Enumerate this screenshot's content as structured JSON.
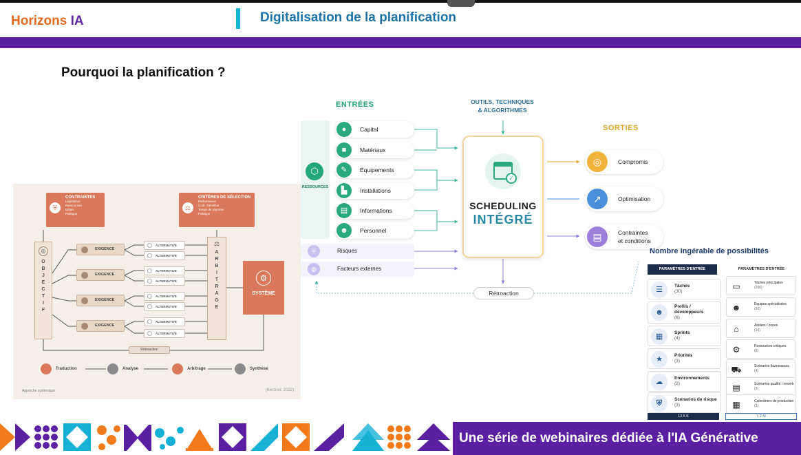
{
  "header": {
    "brand_left": "Horizons",
    "brand_right": "IA",
    "title": "Digitalisation de la planification"
  },
  "slide": {
    "question": "Pourquoi la planification  ?"
  },
  "left_diagram": {
    "contraintes": {
      "title": "CONTRAINTES",
      "items": [
        "Législation",
        "Ressources",
        "Délais",
        "Politique"
      ]
    },
    "criteres": {
      "title": "CRITÈRES DE SÉLECTION",
      "items": [
        "Performance",
        "Coût / bénéfice",
        "Temps de réponse",
        "Politique"
      ]
    },
    "objectif_letters": [
      "O",
      "B",
      "J",
      "E",
      "C",
      "T",
      "I",
      "F"
    ],
    "exigence_label": "EXIGENCE",
    "alternative_label": "ALTERNATIVE",
    "arbitrage_letters": [
      "A",
      "R",
      "B",
      "I",
      "T",
      "R",
      "A",
      "G",
      "E"
    ],
    "systeme_label": "SYSTÈME",
    "retroaction_label": "Rétroaction",
    "steps": [
      "Traduction",
      "Analyse",
      "Arbitrage",
      "Synthèse"
    ],
    "caption": "Approche systémique",
    "citation": "(Kerzner, 2022)"
  },
  "middle_diagram": {
    "entrees_title": "ENTRÉES",
    "ressources_label": "RESSOURCES",
    "inputs": [
      {
        "label": "Capital",
        "icon": "coins-icon"
      },
      {
        "label": "Matériaux",
        "icon": "cube-icon"
      },
      {
        "label": "Équipements",
        "icon": "wrench-icon"
      },
      {
        "label": "Installations",
        "icon": "factory-icon"
      },
      {
        "label": "Informations",
        "icon": "document-icon"
      },
      {
        "label": "Personnel",
        "icon": "people-icon"
      }
    ],
    "side_inputs": [
      {
        "label": "Risques",
        "icon": "shield-icon"
      },
      {
        "label": "Facteurs externes",
        "icon": "globe-icon"
      }
    ],
    "outils_line1": "OUTILS, TECHNIQUES",
    "outils_line2": "& ALGORITHMES",
    "scheduling_line1": "SCHEDULING",
    "scheduling_line2": "INTÉGRÉ",
    "sorties_title": "SORTIES",
    "outputs": [
      {
        "line1": "Compromis",
        "line2": "",
        "icon": "target-icon",
        "color": "#f0b43c"
      },
      {
        "line1": "Optimisation",
        "line2": "",
        "icon": "chart-up-icon",
        "color": "#4a8fd9"
      },
      {
        "line1": "Contraintes",
        "line2": "et conditions",
        "icon": "document-icon",
        "color": "#9b7fd9"
      }
    ],
    "retroaction_label": "Rétroaction"
  },
  "right_table": {
    "title": "Nombre ingérable de possibilités",
    "col1_header": "PARAMÈTRES D'ENTRÉE",
    "col2_header": "PARAMÈTRES D'ENTRÉE",
    "col1": [
      {
        "name": "Tâches",
        "value": "(30)",
        "icon": "list-icon"
      },
      {
        "name": "Profils /",
        "name2": "développeurs",
        "value": "(6)",
        "icon": "people-icon"
      },
      {
        "name": "Sprints",
        "value": "(4)",
        "icon": "calendar-icon"
      },
      {
        "name": "Priorités",
        "value": "(3)",
        "icon": "star-icon"
      },
      {
        "name": "Environnements",
        "value": "(2)",
        "icon": "cloud-icon"
      },
      {
        "name": "Scénarios de risque",
        "value": "(3)",
        "icon": "shield-icon"
      }
    ],
    "col2": [
      {
        "name": "Tâches principales",
        "value": "(200)",
        "icon": "train-icon"
      },
      {
        "name": "Équipes spécialisées",
        "value": "(20)",
        "icon": "people-icon"
      },
      {
        "name": "Ateliers / zones",
        "value": "(10)",
        "icon": "warehouse-icon"
      },
      {
        "name": "Ressources critiques",
        "value": "(5)",
        "icon": "gear-icon"
      },
      {
        "name": "Scénarios fournisseurs",
        "value": "(4)",
        "icon": "truck-icon"
      },
      {
        "name": "Scénarios qualité / rework",
        "value": "(3)",
        "icon": "clipboard-icon"
      },
      {
        "name": "Calendriers de production",
        "value": "(3)",
        "icon": "calendar-icon"
      }
    ],
    "total1": "12.5 K",
    "total2": "7.2 M"
  },
  "footer": {
    "tagline": "Une série de webinaires dédiée à l'IA Générative"
  }
}
